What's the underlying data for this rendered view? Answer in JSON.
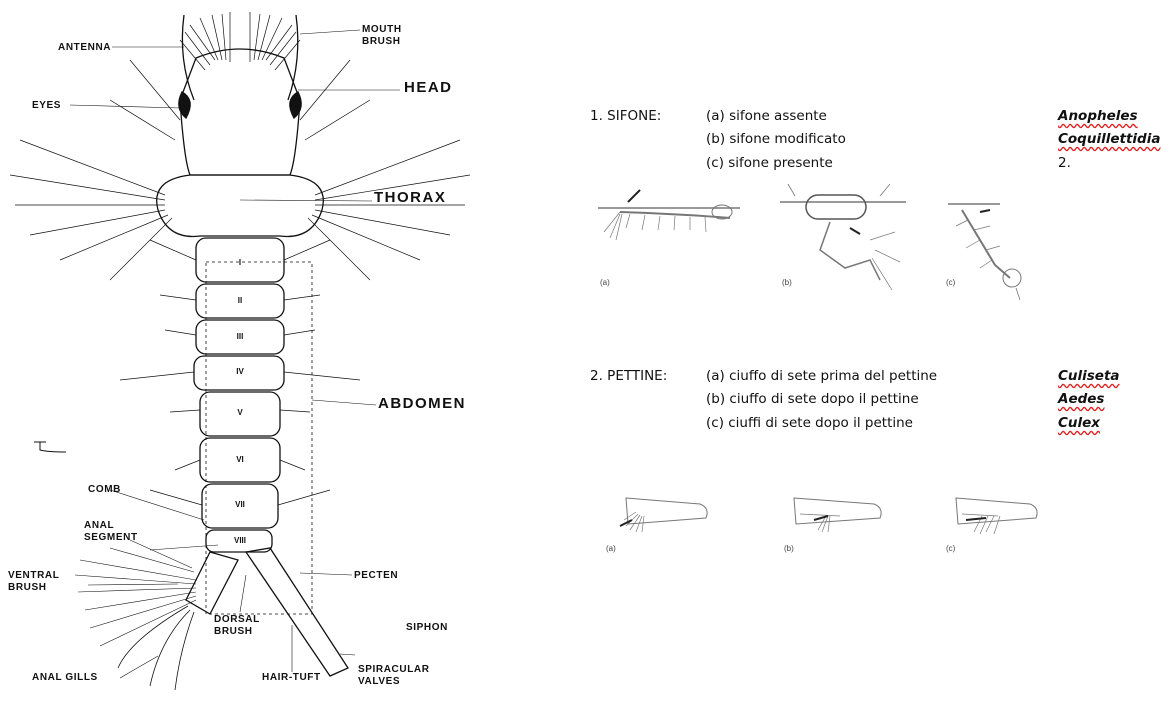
{
  "larva_labels": {
    "antenna": "ANTENNA",
    "mouth_brush": "MOUTH\nBRUSH",
    "eyes": "EYES",
    "head": "HEAD",
    "thorax": "THORAX",
    "abdomen": "ABDOMEN",
    "comb": "COMB",
    "anal_segment": "ANAL\nSEGMENT",
    "ventral_brush": "VENTRAL\nBRUSH",
    "pecten": "PECTEN",
    "siphon": "SIPHON",
    "dorsal_brush": "DORSAL\nBRUSH",
    "hair_tuft": "HAIR-TUFT",
    "spiracular_valves": "SPIRACULAR\nVALVES",
    "anal_gills": "ANAL GILLS"
  },
  "segments": [
    "I",
    "II",
    "III",
    "IV",
    "V",
    "VI",
    "VII",
    "VIII"
  ],
  "key": {
    "item1": {
      "title": "1. SIFONE:",
      "options": [
        "(a) sifone assente",
        "(b) sifone  modificato",
        "(c) sifone presente"
      ],
      "genera": [
        "Anopheles",
        "Coquillettidia"
      ],
      "next": "2.",
      "captions": [
        "(a)",
        "(b)",
        "(c)"
      ]
    },
    "item2": {
      "title": "2. PETTINE:",
      "options": [
        "(a) ciuffo di sete prima del pettine",
        "(b) ciuffo di sete dopo il pettine",
        "(c) ciuffi di sete dopo il pettine"
      ],
      "genera": [
        "Culiseta",
        "Aedes",
        "Culex"
      ],
      "captions": [
        "(a)",
        "(b)",
        "(c)"
      ]
    }
  }
}
